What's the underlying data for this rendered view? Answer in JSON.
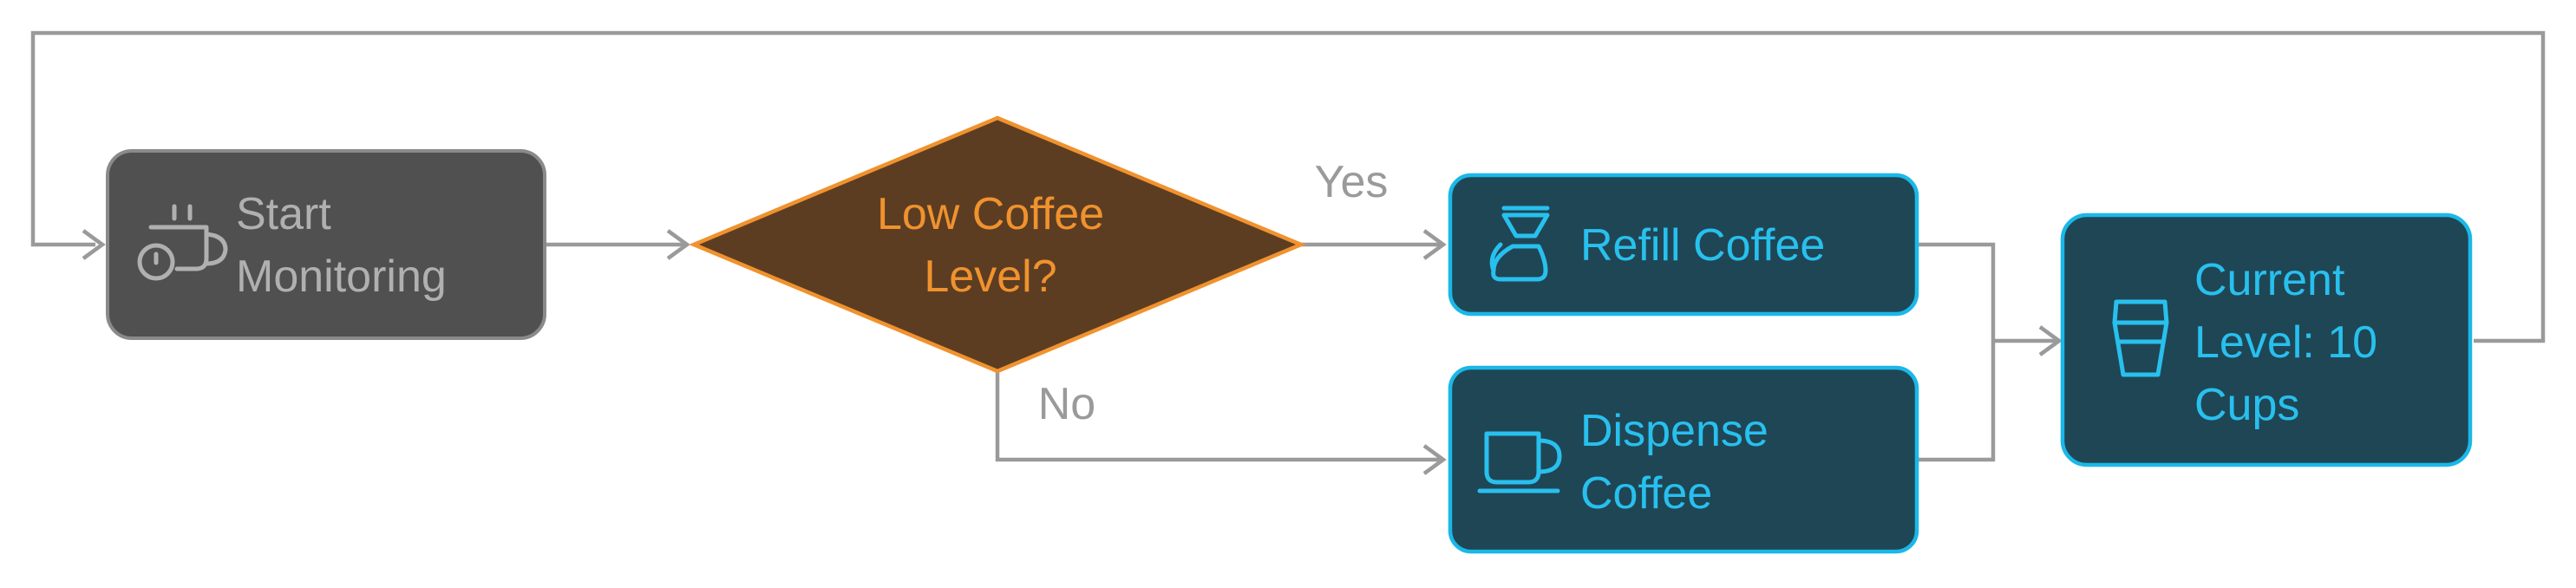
{
  "nodes": {
    "start": {
      "line1": "Start",
      "line2": "Monitoring",
      "icon": "coffee-pot-timer-icon"
    },
    "decision": {
      "line1": "Low Coffee",
      "line2": "Level?"
    },
    "refill": {
      "label": "Refill Coffee",
      "icon": "coffee-dripper-icon"
    },
    "dispense": {
      "line1": "Dispense",
      "line2": "Coffee",
      "icon": "coffee-cup-icon"
    },
    "current": {
      "line1": "Current",
      "line2": "Level: 10",
      "line3": "Cups",
      "icon": "takeaway-cup-icon"
    }
  },
  "edges": {
    "yes_label": "Yes",
    "no_label": "No"
  },
  "colors": {
    "start_fill": "#505050",
    "start_stroke": "#8a8a8a",
    "start_text": "#b0b0b0",
    "decision_fill": "#5c3d22",
    "decision_stroke": "#f0922e",
    "decision_text": "#f0922e",
    "action_fill": "#1f4655",
    "action_stroke": "#1ab8e8",
    "action_text": "#28c0ee",
    "edge": "#9a9a9a"
  }
}
